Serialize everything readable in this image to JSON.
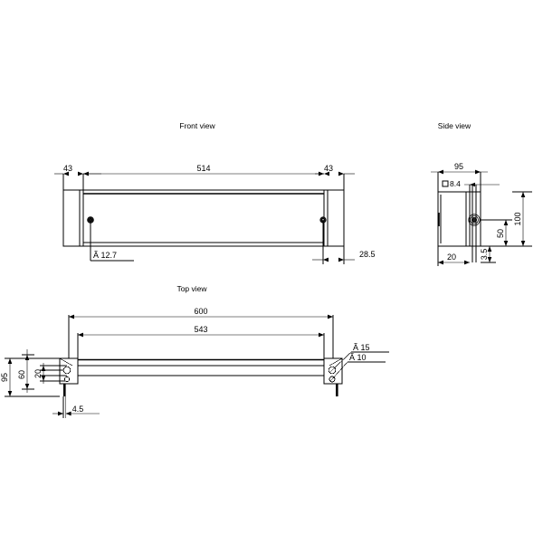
{
  "drawing": {
    "background_color": "#ffffff",
    "line_color": "#000000",
    "units_note": "",
    "views": {
      "front": {
        "title": "Front view",
        "dimensions": {
          "left_flange_width": "43",
          "overall_inner_length": "514",
          "right_flange_width": "43",
          "hole_callout": "Ã  12.7",
          "right_depth": "28.5"
        }
      },
      "side": {
        "title": "Side view",
        "dimensions": {
          "width": "95",
          "square_hole": "8.4",
          "square_symbol": "square-symbol",
          "bottom_offset": "20",
          "small_offset": "3.5",
          "mid_height": "50",
          "overall_height": "100"
        }
      },
      "top": {
        "title": "Top view",
        "dimensions": {
          "overall_length": "600",
          "inner_length": "543",
          "overall_width": "95",
          "mid_width": "60",
          "inner_width": "20",
          "edge_thickness": "4.5",
          "hole_callout_large": "Ã  15",
          "hole_callout_small": "Ã  10"
        }
      }
    }
  }
}
